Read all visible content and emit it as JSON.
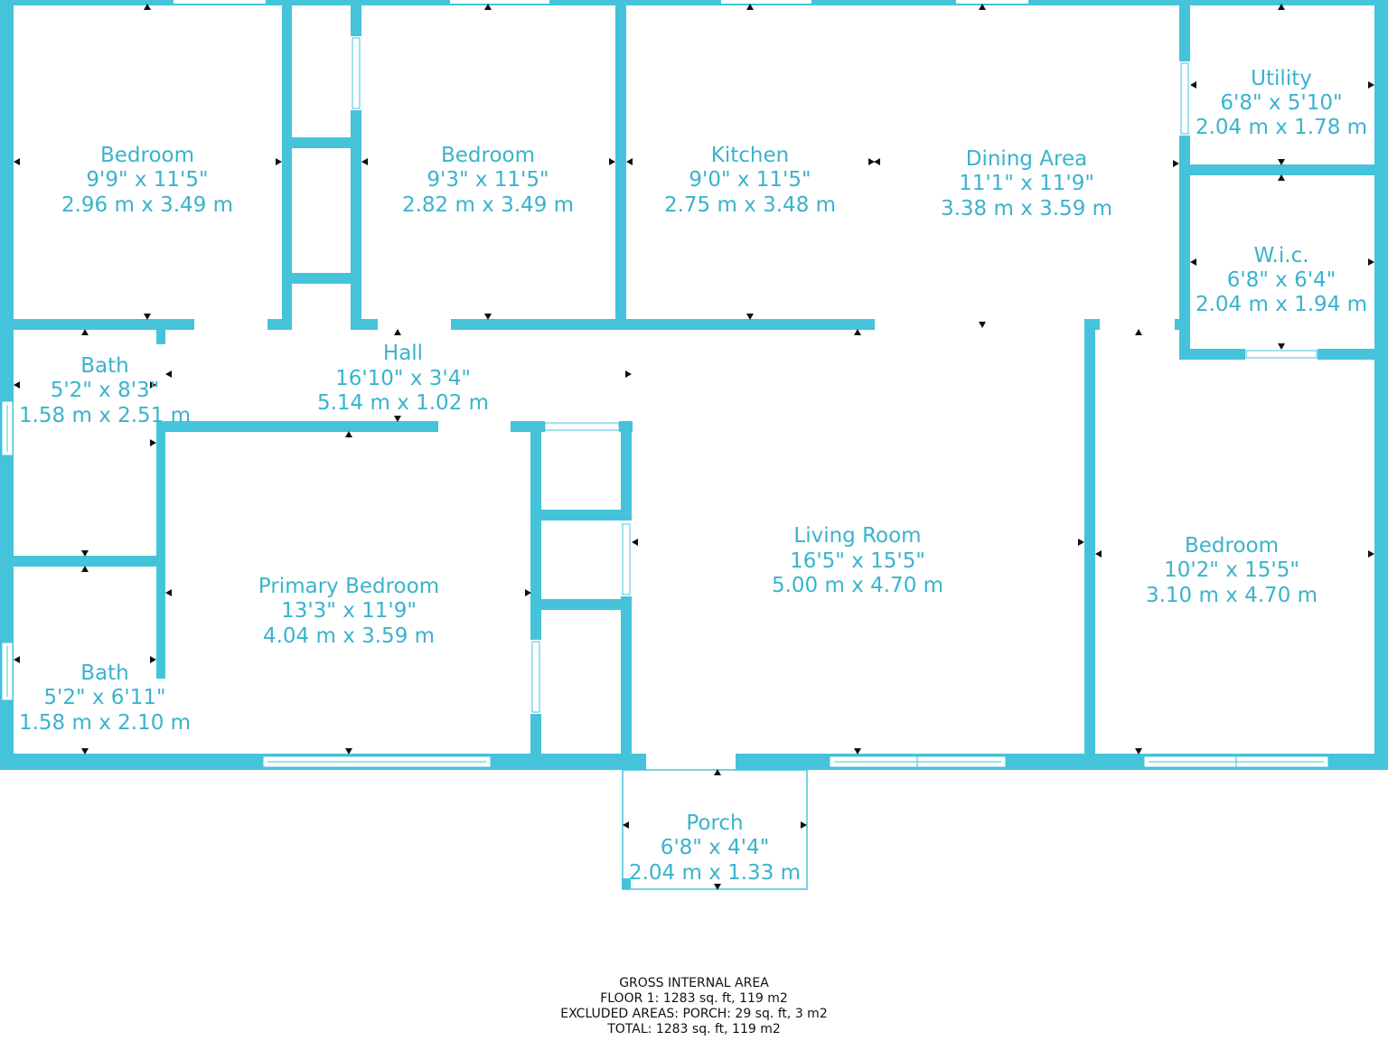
{
  "colors": {
    "wall": "#45c3db",
    "label": "#3ab3cc",
    "marker": "#111111",
    "background": "#ffffff",
    "area_text": "#111111"
  },
  "rooms": {
    "bedroom_nw": {
      "name": "Bedroom",
      "imperial": "9'9\" x 11'5\"",
      "metric": "2.96 m x 3.49 m"
    },
    "bedroom_n": {
      "name": "Bedroom",
      "imperial": "9'3\" x 11'5\"",
      "metric": "2.82 m x 3.49 m"
    },
    "kitchen": {
      "name": "Kitchen",
      "imperial": "9'0\" x 11'5\"",
      "metric": "2.75 m x 3.48 m"
    },
    "dining": {
      "name": "Dining Area",
      "imperial": "11'1\" x 11'9\"",
      "metric": "3.38 m x 3.59 m"
    },
    "utility": {
      "name": "Utility",
      "imperial": "6'8\" x 5'10\"",
      "metric": "2.04 m x 1.78 m"
    },
    "wic": {
      "name": "W.i.c.",
      "imperial": "6'8\" x 6'4\"",
      "metric": "2.04 m x 1.94 m"
    },
    "bath_upper": {
      "name": "Bath",
      "imperial": "5'2\" x 8'3\"",
      "metric": "1.58 m x 2.51 m"
    },
    "hall": {
      "name": "Hall",
      "imperial": "16'10\" x 3'4\"",
      "metric": "5.14 m x 1.02 m"
    },
    "primary": {
      "name": "Primary Bedroom",
      "imperial": "13'3\" x 11'9\"",
      "metric": "4.04 m x 3.59 m"
    },
    "bath_lower": {
      "name": "Bath",
      "imperial": "5'2\" x 6'11\"",
      "metric": "1.58 m x 2.10 m"
    },
    "living": {
      "name": "Living Room",
      "imperial": "16'5\" x 15'5\"",
      "metric": "5.00 m x 4.70 m"
    },
    "bedroom_e": {
      "name": "Bedroom",
      "imperial": "10'2\" x 15'5\"",
      "metric": "3.10 m x 4.70 m"
    },
    "porch": {
      "name": "Porch",
      "imperial": "6'8\" x 4'4\"",
      "metric": "2.04 m x 1.33 m"
    }
  },
  "area_summary": {
    "title": "GROSS INTERNAL AREA",
    "floor": "FLOOR 1: 1283 sq. ft, 119 m2",
    "excluded": "EXCLUDED AREAS: PORCH: 29 sq. ft, 3 m2",
    "total": "TOTAL: 1283 sq. ft, 119 m2"
  }
}
